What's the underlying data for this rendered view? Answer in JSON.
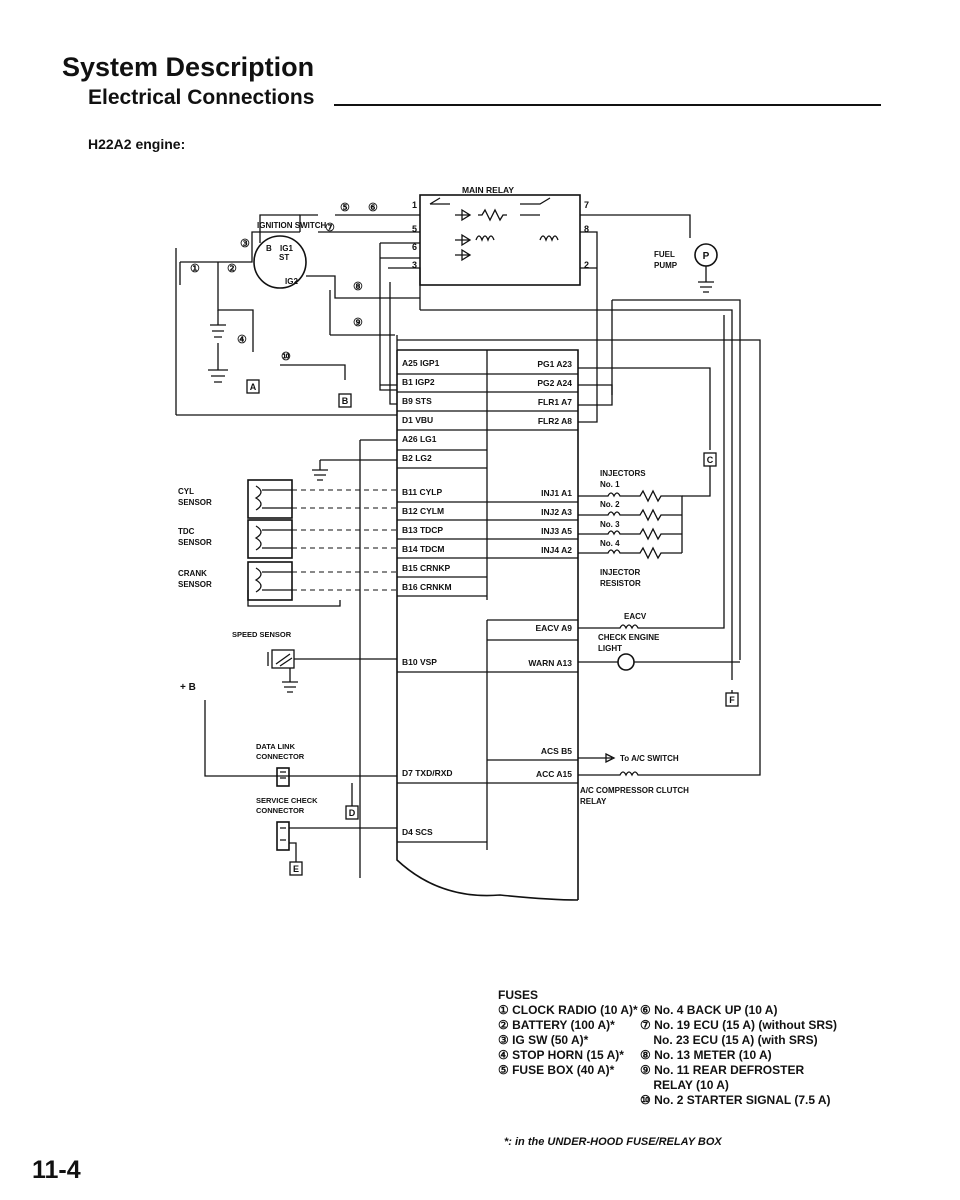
{
  "page": {
    "title": "System Description",
    "section": "Electrical Connections",
    "engine": "H22A2 engine:",
    "number": "11-4"
  },
  "components": {
    "main_relay": "MAIN RELAY",
    "ignition_switch": "IGNITION SWITCH",
    "ig_b": "B",
    "ig_ig1": "IG1",
    "ig_st": "ST",
    "ig_ig2": "IG2",
    "fuel_pump_1": "FUEL",
    "fuel_pump_2": "PUMP",
    "fuel_pump_p": "P",
    "cyl_sensor_1": "CYL",
    "cyl_sensor_2": "SENSOR",
    "tdc_sensor_1": "TDC",
    "tdc_sensor_2": "SENSOR",
    "crank_sensor_1": "CRANK",
    "crank_sensor_2": "SENSOR",
    "speed_sensor": "SPEED SENSOR",
    "plus_b": "+ B",
    "data_link_1": "DATA LINK",
    "data_link_2": "CONNECTOR",
    "service_check_1": "SERVICE CHECK",
    "service_check_2": "CONNECTOR",
    "injectors": "INJECTORS",
    "inj_no1": "No. 1",
    "inj_no2": "No. 2",
    "inj_no3": "No. 3",
    "inj_no4": "No. 4",
    "injector_resistor_1": "INJECTOR",
    "injector_resistor_2": "RESISTOR",
    "eacv": "EACV",
    "check_engine_1": "CHECK ENGINE",
    "check_engine_2": "LIGHT",
    "to_ac_switch": "To A/C SWITCH",
    "ac_clutch_1": "A/C COMPRESSOR CLUTCH",
    "ac_clutch_2": "RELAY"
  },
  "relay_pins": [
    "1",
    "5",
    "6",
    "3",
    "7",
    "8",
    "2"
  ],
  "fuse_markers": [
    "①",
    "②",
    "③",
    "④",
    "⑤",
    "⑥",
    "⑦",
    "⑧",
    "⑨",
    "⑩"
  ],
  "ground_tags": [
    "A",
    "B",
    "C",
    "D",
    "E",
    "F"
  ],
  "ecm_left_pins": [
    "A25  IGP1",
    "B1  IGP2",
    "B9  STS",
    "D1  VBU",
    "A26  LG1",
    "B2  LG2",
    "B11  CYLP",
    "B12  CYLM",
    "B13  TDCP",
    "B14  TDCM",
    "B15  CRNKP",
    "B16  CRNKM",
    "B10  VSP",
    "D7  TXD/RXD",
    "D4  SCS"
  ],
  "ecm_right_pins": [
    "PG1  A23",
    "PG2  A24",
    "FLR1  A7",
    "FLR2  A8",
    "INJ1  A1",
    "INJ2  A3",
    "INJ3  A5",
    "INJ4  A2",
    "EACV  A9",
    "WARN  A13",
    "ACS  B5",
    "ACC  A15"
  ],
  "fuses": {
    "title": "FUSES",
    "left": [
      "① CLOCK RADIO (10 A)*",
      "② BATTERY (100 A)*",
      "③ IG SW (50 A)*",
      "④ STOP HORN (15 A)*",
      "⑤ FUSE BOX (40 A)*"
    ],
    "right": [
      "⑥ No. 4 BACK UP (10 A)",
      "⑦ No. 19 ECU (15 A) (without SRS)",
      "    No. 23 ECU (15 A) (with SRS)",
      "⑧ No. 13 METER (10 A)",
      "⑨ No. 11 REAR DEFROSTER",
      "    RELAY (10 A)",
      "⑩ No. 2 STARTER SIGNAL (7.5 A)"
    ],
    "footnote": "*: in the UNDER-HOOD FUSE/RELAY BOX"
  }
}
